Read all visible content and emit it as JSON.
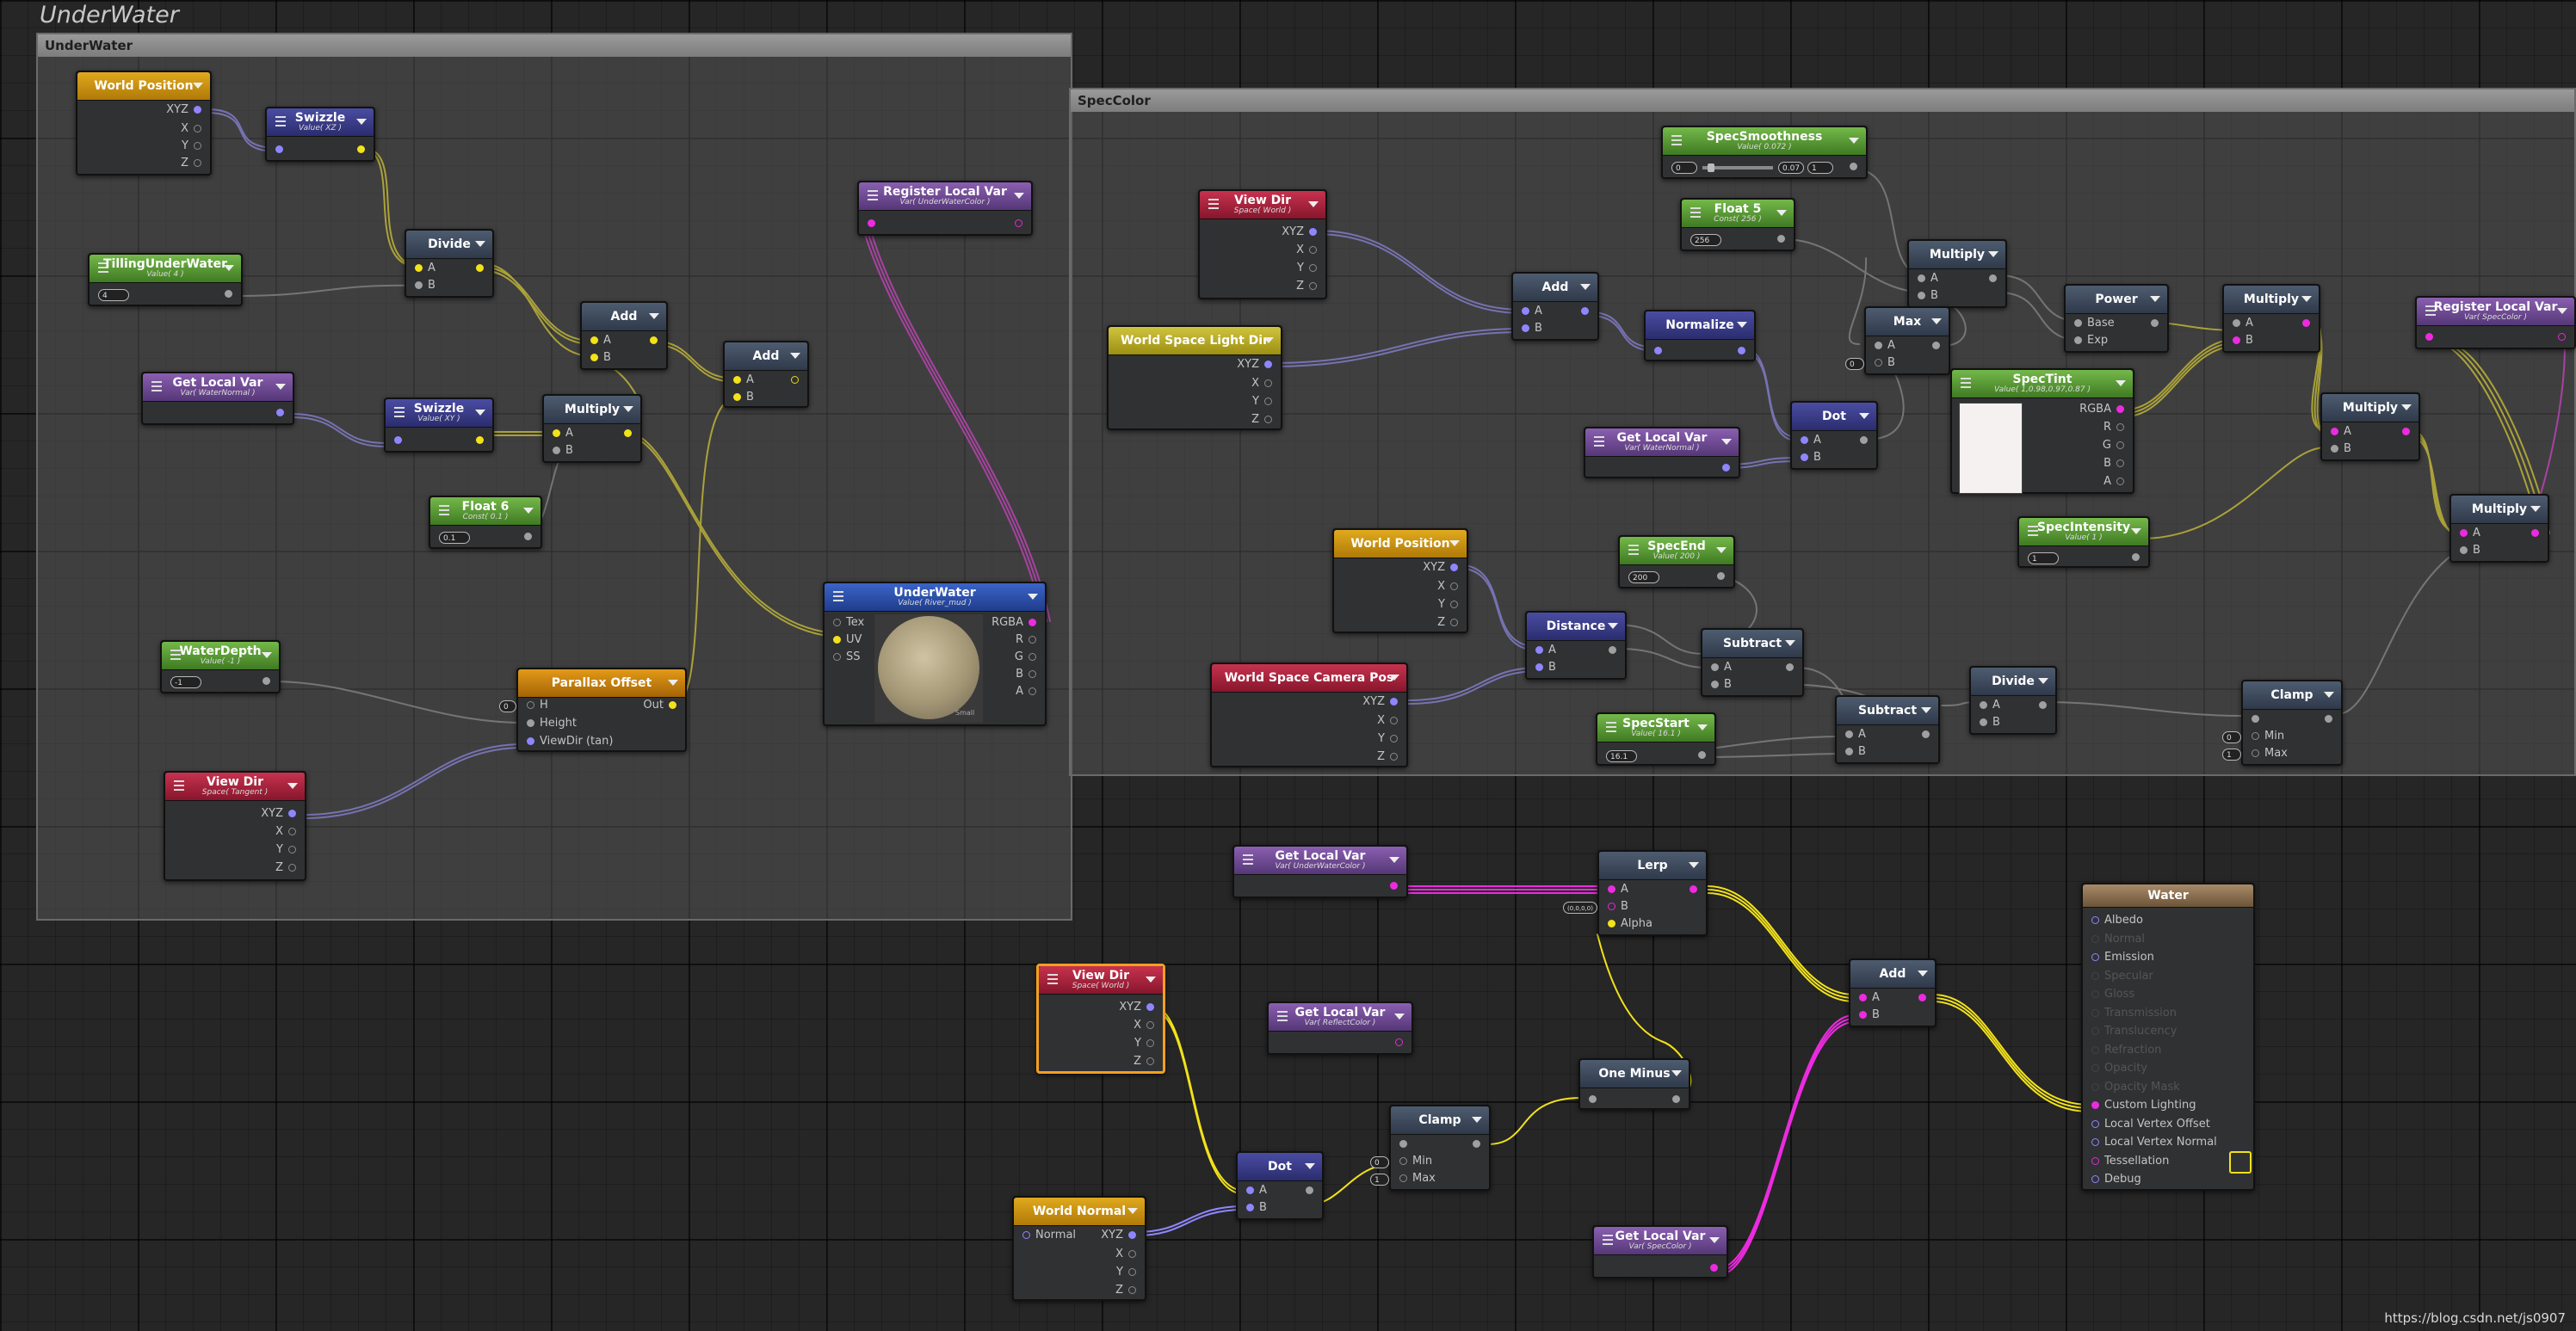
{
  "canvas": {
    "title": "UnderWater"
  },
  "footer": {
    "watermark": "https://blog.csdn.net/js0907"
  },
  "groups": {
    "underwater": "UnderWater",
    "speccolor": "SpecColor"
  },
  "nodes": {
    "world_position_1": {
      "title": "World Position",
      "ports": [
        "XYZ",
        "X",
        "Y",
        "Z"
      ]
    },
    "swizzle_xz": {
      "title": "Swizzle",
      "subtitle": "Value( XZ )"
    },
    "tilling": {
      "title": "TillingUnderWater",
      "subtitle": "Value( 4 )",
      "value": "4"
    },
    "divide_1": {
      "title": "Divide",
      "ports": [
        "A",
        "B"
      ]
    },
    "add_1": {
      "title": "Add",
      "ports": [
        "A",
        "B"
      ]
    },
    "add_2": {
      "title": "Add",
      "ports": [
        "A",
        "B"
      ]
    },
    "get_local_var_wn": {
      "title": "Get Local Var",
      "subtitle": "Var( WaterNormal )"
    },
    "swizzle_xy": {
      "title": "Swizzle",
      "subtitle": "Value( XY )"
    },
    "multiply_1": {
      "title": "Multiply",
      "ports": [
        "A",
        "B"
      ]
    },
    "float6": {
      "title": "Float 6",
      "subtitle": "Const( 0.1 )",
      "value": "0.1"
    },
    "register_local_var_uwc": {
      "title": "Register Local Var",
      "subtitle": "Var( UnderWaterColor )"
    },
    "underwater_tex": {
      "title": "UnderWater",
      "subtitle": "Value( River_mud )",
      "in_ports": [
        "Tex",
        "UV",
        "SS"
      ],
      "out_ports": [
        "RGBA",
        "R",
        "G",
        "B",
        "A"
      ],
      "badge": "Small"
    },
    "water_depth": {
      "title": "WaterDepth",
      "subtitle": "Value( -1 )",
      "value": "-1"
    },
    "parallax": {
      "title": "Parallax Offset",
      "ports": [
        "H",
        "Height",
        "ViewDir (tan)"
      ],
      "out": "Out",
      "h_value": "0"
    },
    "view_dir_tangent": {
      "title": "View Dir",
      "subtitle": "Space( Tangent )",
      "ports": [
        "XYZ",
        "X",
        "Y",
        "Z"
      ]
    },
    "spec_smoothness": {
      "title": "SpecSmoothness",
      "subtitle": "Value( 0.072 )",
      "min": "0",
      "val": "0.07",
      "max": "1"
    },
    "float5": {
      "title": "Float 5",
      "subtitle": "Const( 256 )",
      "value": "256"
    },
    "view_dir_world_1": {
      "title": "View Dir",
      "subtitle": "Space( World )",
      "ports": [
        "XYZ",
        "X",
        "Y",
        "Z"
      ]
    },
    "world_space_light_dir": {
      "title": "World Space Light Dir",
      "ports": [
        "XYZ",
        "X",
        "Y",
        "Z"
      ]
    },
    "add_3": {
      "title": "Add",
      "ports": [
        "A",
        "B"
      ]
    },
    "normalize": {
      "title": "Normalize"
    },
    "multiply_2": {
      "title": "Multiply",
      "ports": [
        "A",
        "B"
      ]
    },
    "max": {
      "title": "Max",
      "ports": [
        "A",
        "B"
      ],
      "b_value": "0"
    },
    "power": {
      "title": "Power",
      "ports": [
        "Base",
        "Exp"
      ]
    },
    "multiply_3": {
      "title": "Multiply",
      "ports": [
        "A",
        "B"
      ]
    },
    "register_local_var_sc": {
      "title": "Register Local Var",
      "subtitle": "Var( SpecColor )"
    },
    "spec_tint": {
      "title": "SpecTint",
      "subtitle": "Value( 1,0.98,0.97,0.87 )",
      "ports": [
        "RGBA",
        "R",
        "G",
        "B",
        "A"
      ]
    },
    "get_local_var_wn2": {
      "title": "Get Local Var",
      "subtitle": "Var( WaterNormal )"
    },
    "dot_1": {
      "title": "Dot",
      "ports": [
        "A",
        "B"
      ]
    },
    "multiply_4": {
      "title": "Multiply",
      "ports": [
        "A",
        "B"
      ]
    },
    "multiply_5": {
      "title": "Multiply",
      "ports": [
        "A",
        "B"
      ]
    },
    "spec_intensity": {
      "title": "SpecIntensity",
      "subtitle": "Value( 1 )",
      "value": "1"
    },
    "world_position_2": {
      "title": "World Position",
      "ports": [
        "XYZ",
        "X",
        "Y",
        "Z"
      ]
    },
    "spec_end": {
      "title": "SpecEnd",
      "subtitle": "Value( 200 )",
      "value": "200"
    },
    "distance": {
      "title": "Distance",
      "ports": [
        "A",
        "B"
      ]
    },
    "subtract_1": {
      "title": "Subtract",
      "ports": [
        "A",
        "B"
      ]
    },
    "world_space_camera_pos": {
      "title": "World Space Camera Pos",
      "ports": [
        "XYZ",
        "X",
        "Y",
        "Z"
      ]
    },
    "subtract_2": {
      "title": "Subtract",
      "ports": [
        "A",
        "B"
      ]
    },
    "divide_2": {
      "title": "Divide",
      "ports": [
        "A",
        "B"
      ]
    },
    "clamp_1": {
      "title": "Clamp",
      "ports": [
        "Min",
        "Max"
      ],
      "min_value": "0",
      "max_value": "1"
    },
    "spec_start": {
      "title": "SpecStart",
      "subtitle": "Value( 16.1 )",
      "value": "16.1"
    },
    "get_local_var_uwc": {
      "title": "Get Local Var",
      "subtitle": "Var( UnderWaterColor )"
    },
    "lerp": {
      "title": "Lerp",
      "ports": [
        "A",
        "B",
        "Alpha"
      ],
      "b_value": "(0,0,0,0)"
    },
    "add_4": {
      "title": "Add",
      "ports": [
        "A",
        "B"
      ]
    },
    "view_dir_world_2": {
      "title": "View Dir",
      "subtitle": "Space( World )",
      "ports": [
        "XYZ",
        "X",
        "Y",
        "Z"
      ]
    },
    "get_local_var_rc": {
      "title": "Get Local Var",
      "subtitle": "Var( ReflectColor )"
    },
    "one_minus": {
      "title": "One Minus"
    },
    "clamp_2": {
      "title": "Clamp",
      "ports": [
        "Min",
        "Max"
      ],
      "min_value": "0",
      "max_value": "1"
    },
    "dot_2": {
      "title": "Dot",
      "ports": [
        "A",
        "B"
      ]
    },
    "world_normal": {
      "title": "World Normal",
      "in": "Normal",
      "ports": [
        "XYZ",
        "X",
        "Y",
        "Z"
      ]
    },
    "get_local_var_sc": {
      "title": "Get Local Var",
      "subtitle": "Var( SpecColor )"
    },
    "water": {
      "title": "Water",
      "ports": [
        "Albedo",
        "Normal",
        "Emission",
        "Specular",
        "Gloss",
        "Transmission",
        "Translucency",
        "Refraction",
        "Opacity",
        "Opacity Mask",
        "Custom Lighting",
        "Local Vertex Offset",
        "Local Vertex Normal",
        "Tessellation",
        "Debug"
      ]
    }
  },
  "colors": {
    "vector_wire": "#8f86ff",
    "float2_wire": "#f2e21a",
    "color_wire": "#ec2be0",
    "float_wire": "#9a9a9a"
  }
}
